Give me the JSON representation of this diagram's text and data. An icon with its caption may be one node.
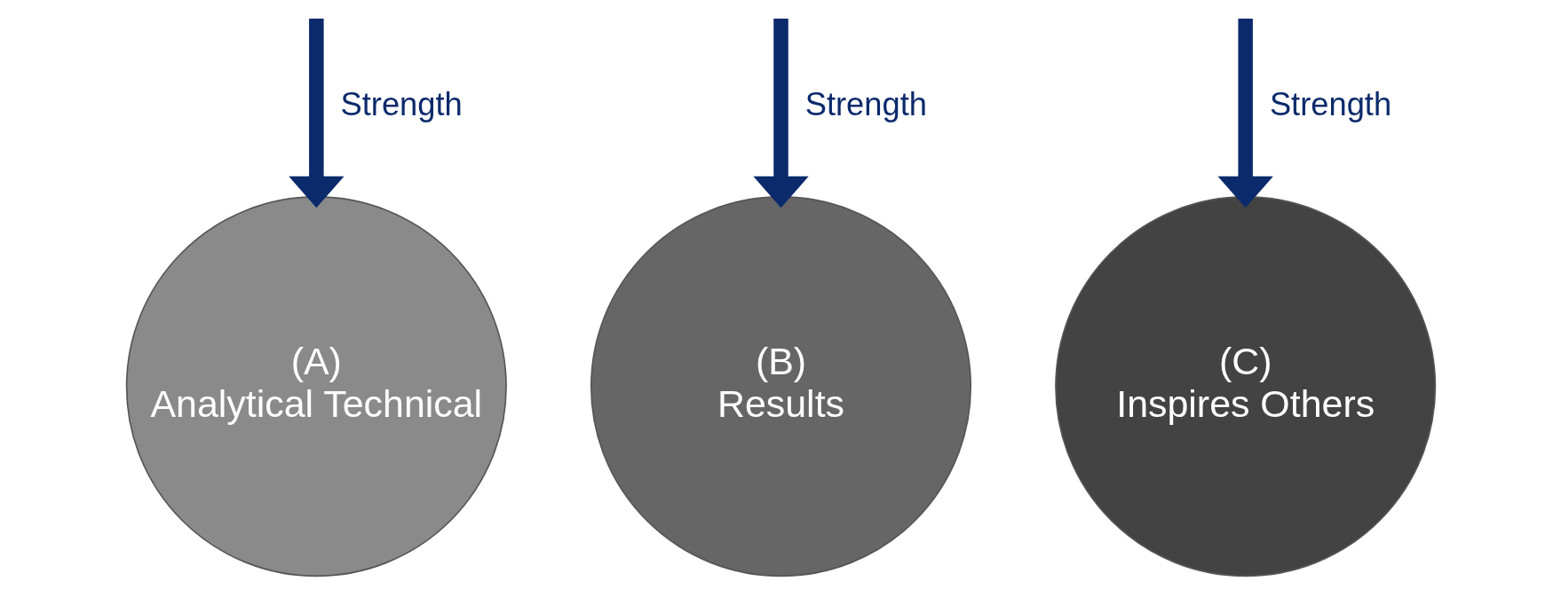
{
  "diagram": {
    "nodes": [
      {
        "text": [
          "(A)",
          "Analytical Technical"
        ]
      },
      {
        "text": [
          "(B)",
          "Results"
        ]
      },
      {
        "text": [
          "(C)",
          "Inspires Others"
        ]
      }
    ],
    "edges": [
      {
        "from": null,
        "to": 0,
        "arrow": "to",
        "label": "Strength"
      },
      {
        "from": null,
        "to": 1,
        "arrow": "to",
        "label": "Strength"
      },
      {
        "from": null,
        "to": 2,
        "arrow": "to",
        "label": "Strength"
      }
    ]
  }
}
